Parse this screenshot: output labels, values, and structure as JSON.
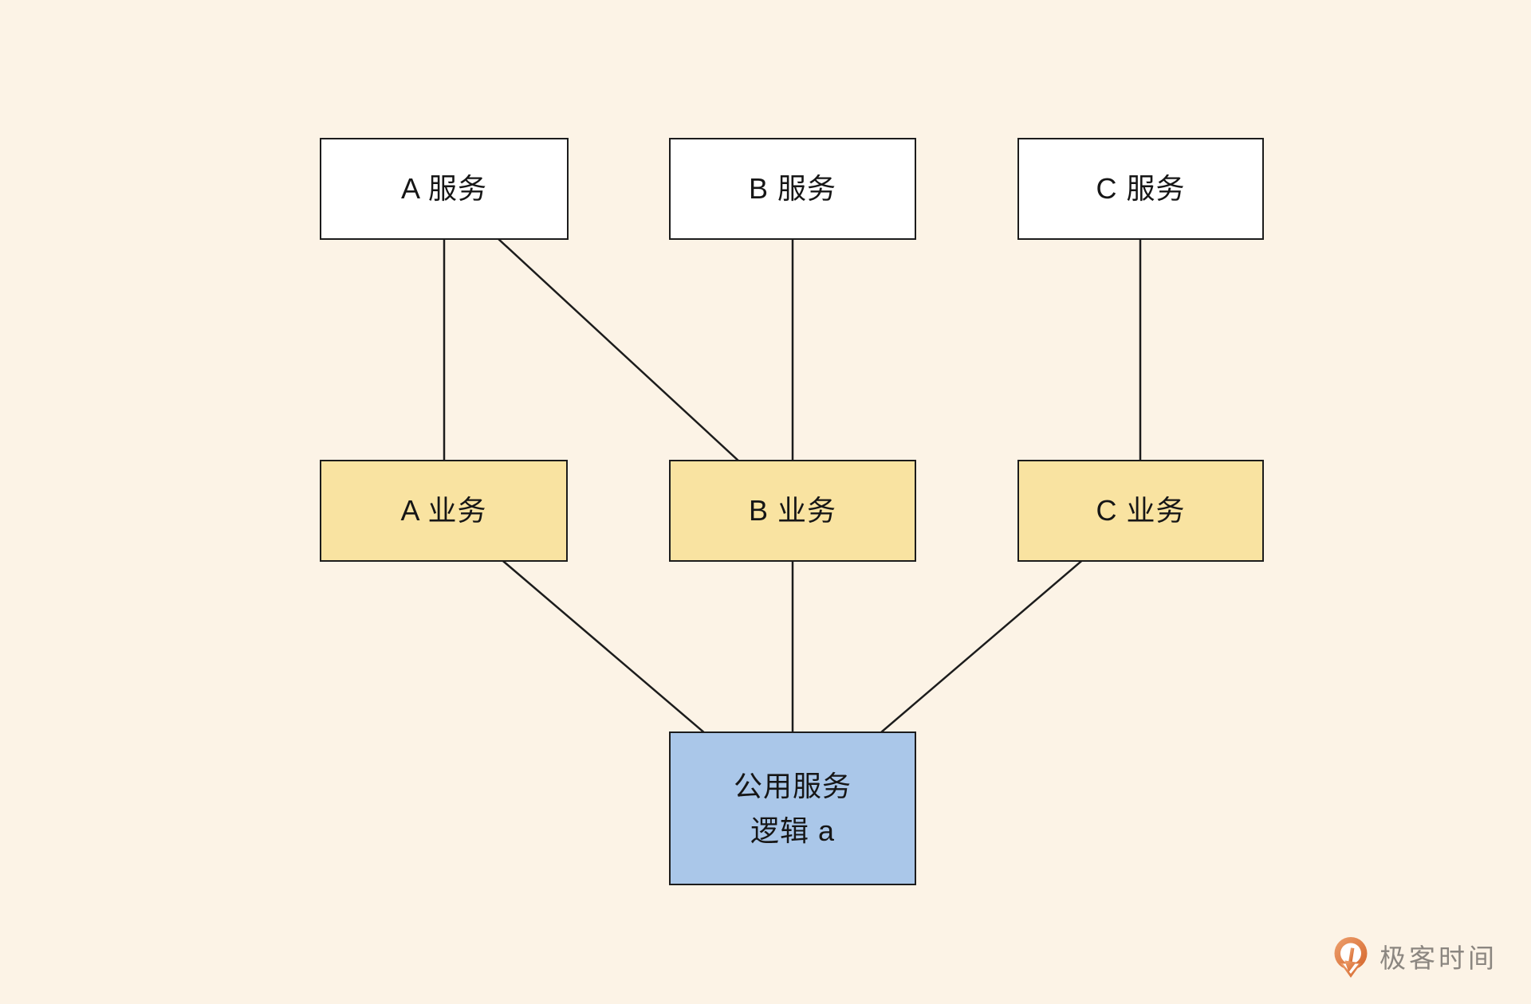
{
  "colors": {
    "background": "#fcf3e6",
    "service_fill": "#ffffff",
    "business_fill": "#f9e3a1",
    "shared_fill": "#aac7e9",
    "stroke": "#1c1c1c",
    "label_color": "#161616",
    "logo_text": "#8b8680",
    "logo_orange_light": "#eda06e",
    "logo_orange_dark": "#d5662b"
  },
  "diagram": {
    "nodes": {
      "service_a": {
        "label": "A 服务",
        "type": "service"
      },
      "service_b": {
        "label": "B 服务",
        "type": "service"
      },
      "service_c": {
        "label": "C 服务",
        "type": "service"
      },
      "biz_a": {
        "label": "A 业务",
        "type": "business"
      },
      "biz_b": {
        "label": "B 业务",
        "type": "business"
      },
      "biz_c": {
        "label": "C 业务",
        "type": "business"
      },
      "shared": {
        "line1": "公用服务",
        "line2": "逻辑 a",
        "type": "shared-service"
      }
    },
    "edges": [
      {
        "from": "service_a",
        "to": "biz_a"
      },
      {
        "from": "service_a",
        "to": "biz_b"
      },
      {
        "from": "service_b",
        "to": "biz_b"
      },
      {
        "from": "service_c",
        "to": "biz_c"
      },
      {
        "from": "biz_a",
        "to": "shared"
      },
      {
        "from": "biz_b",
        "to": "shared"
      },
      {
        "from": "biz_c",
        "to": "shared"
      }
    ]
  },
  "logo": {
    "text": "极客时间",
    "icon": "geektime-pin-icon"
  }
}
